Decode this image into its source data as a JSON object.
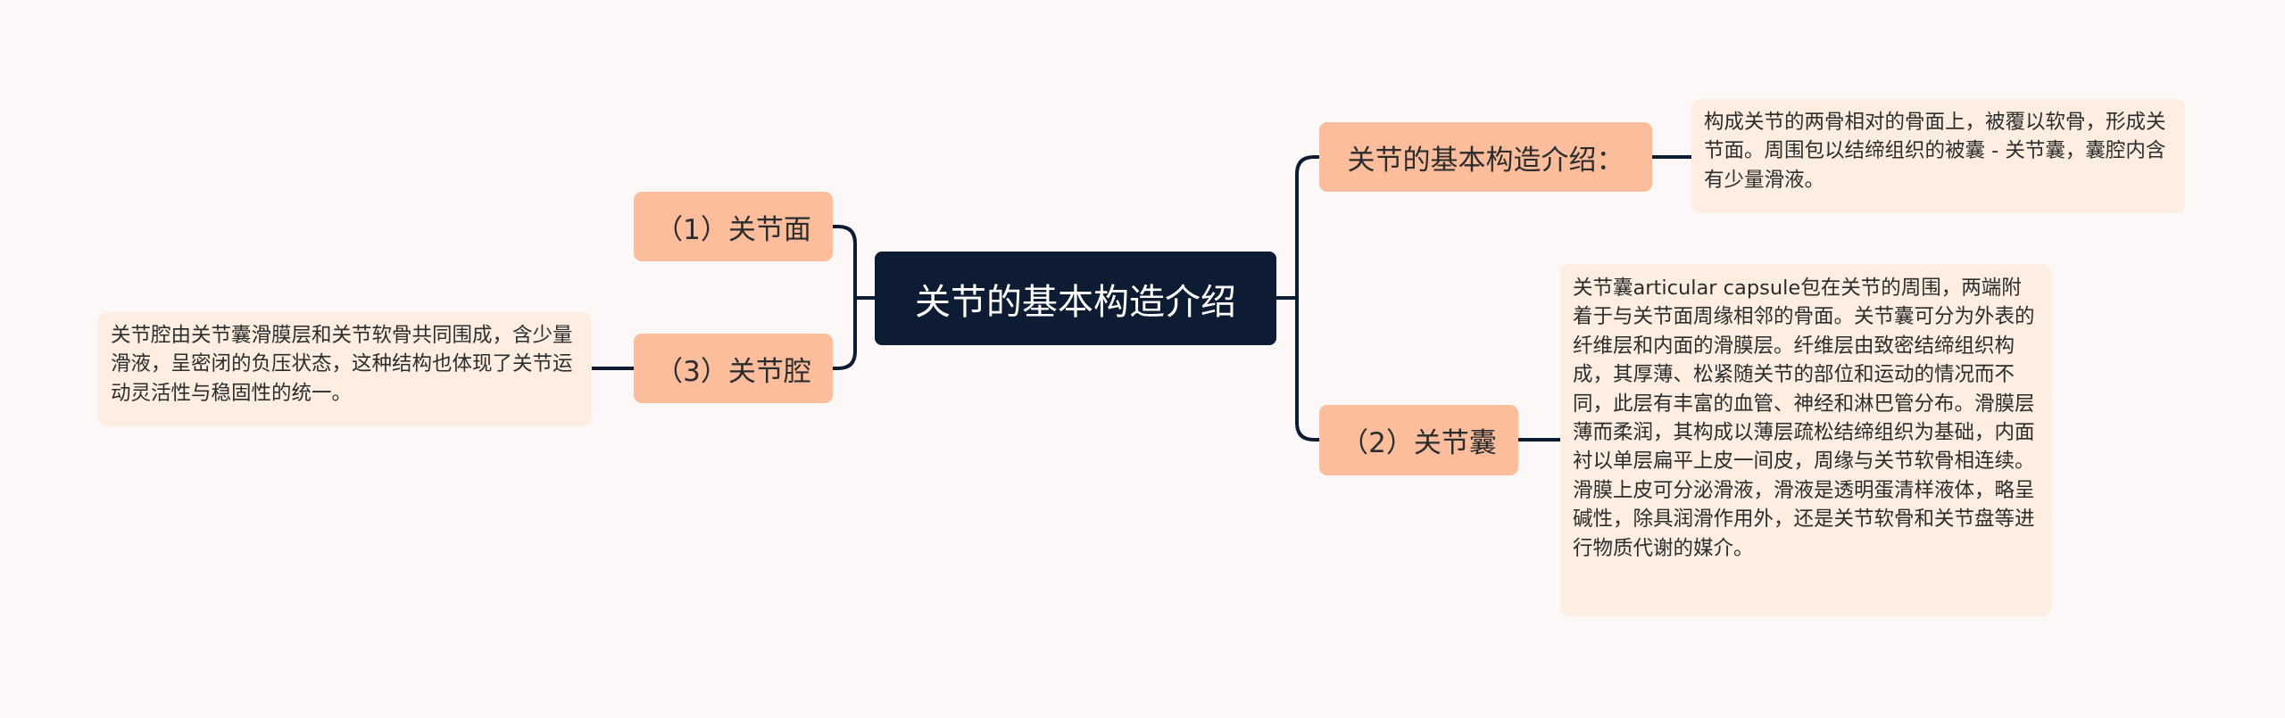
{
  "root": {
    "label": "关节的基本构造介绍"
  },
  "topics": {
    "basic": {
      "label": "关节的基本构造介绍："
    },
    "face": {
      "label": "（1）关节面"
    },
    "cavity": {
      "label": "（3）关节腔"
    },
    "capsule": {
      "label": "（2）关节囊"
    }
  },
  "notes": {
    "basic": "构成关节的两骨相对的骨面上，被覆以软骨，形成关节面。周围包以结缔组织的被囊 - 关节囊，囊腔内含有少量滑液。",
    "capsule": "关节囊articular capsule包在关节的周围，两端附着于与关节面周缘相邻的骨面。关节囊可分为外表的纤维层和内面的滑膜层。纤维层由致密结缔组织构成，其厚薄、松紧随关节的部位和运动的情况而不同，此层有丰富的血管、神经和淋巴管分布。滑膜层薄而柔润，其构成以薄层疏松结缔组织为基础，内面衬以单层扁平上皮一间皮，周缘与关节软骨相连续。滑膜上皮可分泌滑液，滑液是透明蛋清样液体，略呈碱性，除具润滑作用外，还是关节软骨和关节盘等进行物质代谢的媒介。",
    "cavity": "关节腔由关节囊滑膜层和关节软骨共同围成，含少量滑液，呈密闭的负压状态，这种结构也体现了关节运动灵活性与稳固性的统一。"
  },
  "colors": {
    "background": "#fcf8f7",
    "root": "#0e1c33",
    "topic": "#fbbd9b",
    "note": "#fdeee1",
    "connector": "#0e1c33"
  }
}
